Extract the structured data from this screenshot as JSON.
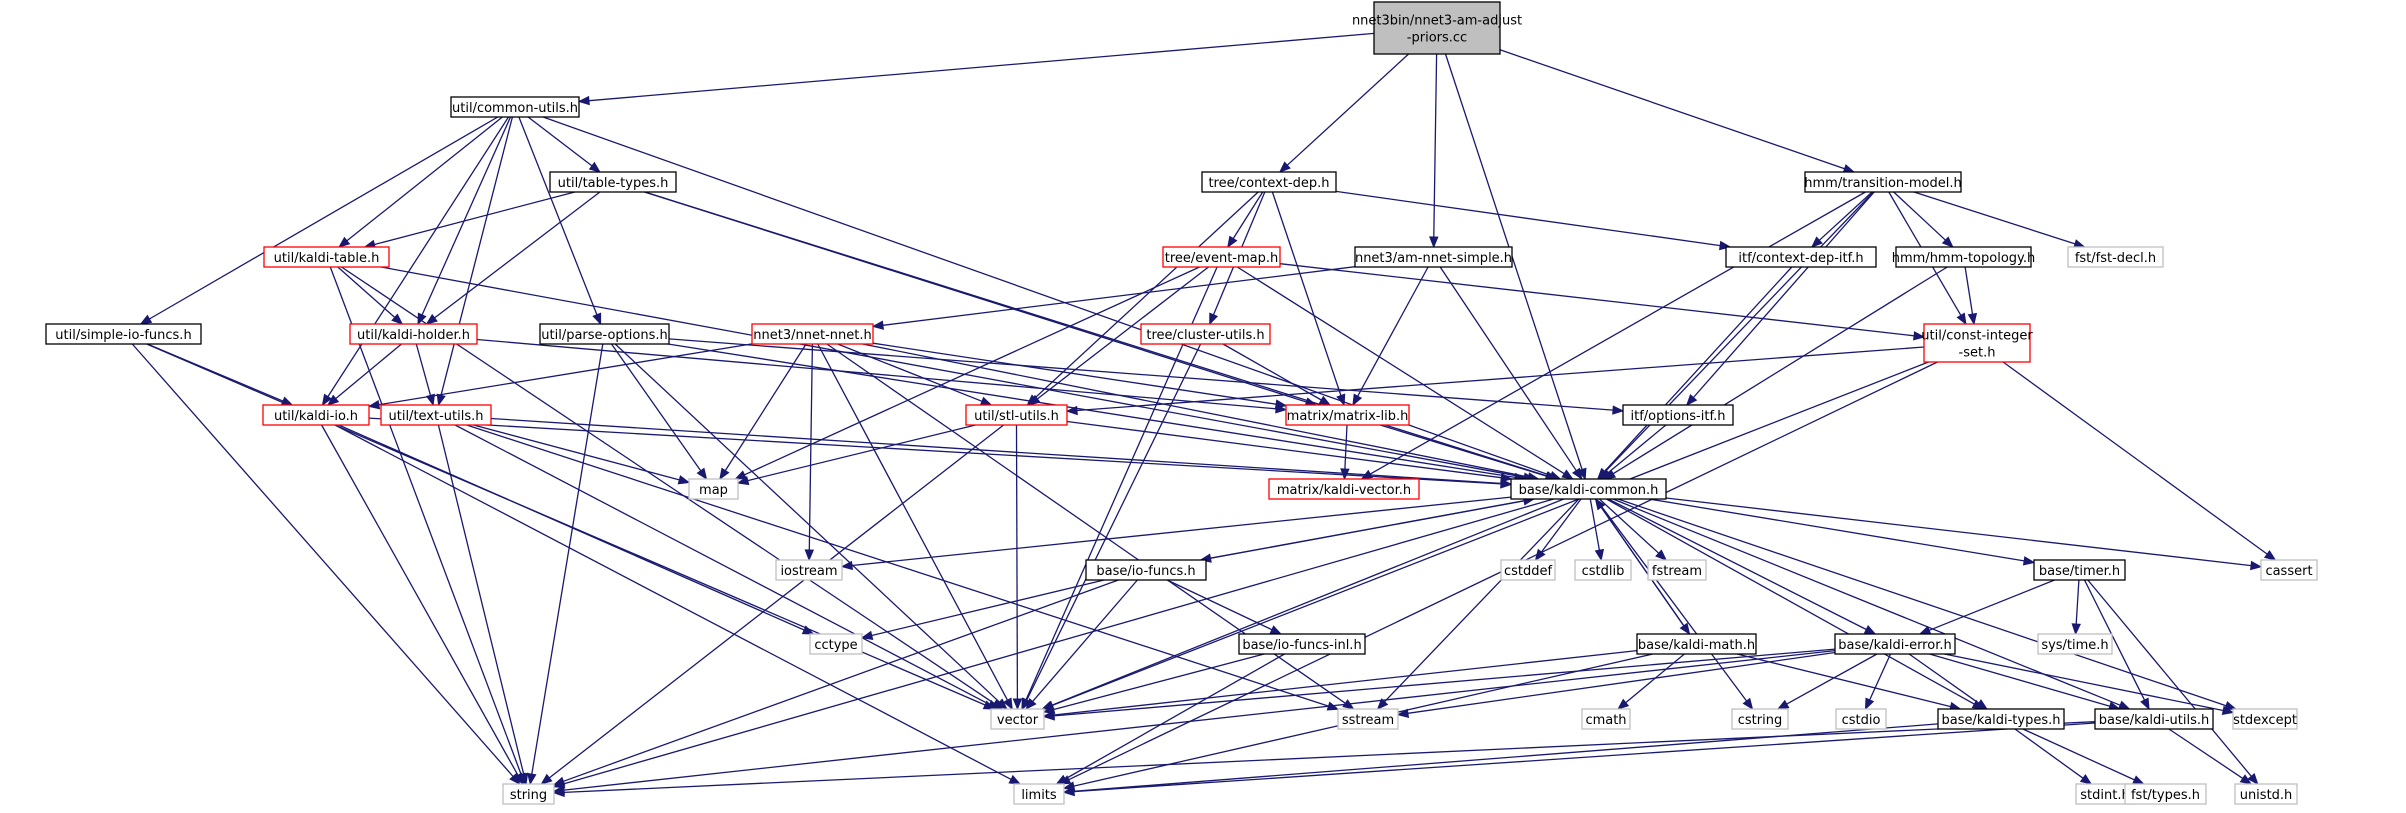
{
  "colors": {
    "edge": "#191970",
    "node_normal_border": "#000000",
    "node_missing_border": "#ff0000",
    "node_external_border": "#bfbfbf",
    "root_fill": "#bfbfbf"
  },
  "nodes": [
    {
      "id": "root",
      "lines": [
        "nnet3bin/nnet3-am-adjust",
        "-priors.cc"
      ],
      "kind": "root"
    },
    {
      "id": "common-utils",
      "lines": [
        "util/common-utils.h"
      ],
      "kind": "normal"
    },
    {
      "id": "context-dep",
      "lines": [
        "tree/context-dep.h"
      ],
      "kind": "normal"
    },
    {
      "id": "am-nnet-simple",
      "lines": [
        "nnet3/am-nnet-simple.h"
      ],
      "kind": "normal"
    },
    {
      "id": "transition-model",
      "lines": [
        "hmm/transition-model.h"
      ],
      "kind": "normal"
    },
    {
      "id": "table-types",
      "lines": [
        "util/table-types.h"
      ],
      "kind": "normal"
    },
    {
      "id": "kaldi-table",
      "lines": [
        "util/kaldi-table.h"
      ],
      "kind": "red"
    },
    {
      "id": "kaldi-holder",
      "lines": [
        "util/kaldi-holder.h"
      ],
      "kind": "red"
    },
    {
      "id": "simple-io-funcs",
      "lines": [
        "util/simple-io-funcs.h"
      ],
      "kind": "normal"
    },
    {
      "id": "parse-options",
      "lines": [
        "util/parse-options.h"
      ],
      "kind": "normal"
    },
    {
      "id": "kaldi-io",
      "lines": [
        "util/kaldi-io.h"
      ],
      "kind": "red"
    },
    {
      "id": "text-utils",
      "lines": [
        "util/text-utils.h"
      ],
      "kind": "red"
    },
    {
      "id": "event-map",
      "lines": [
        "tree/event-map.h"
      ],
      "kind": "red"
    },
    {
      "id": "cluster-utils",
      "lines": [
        "tree/cluster-utils.h"
      ],
      "kind": "red"
    },
    {
      "id": "nnet-nnet",
      "lines": [
        "nnet3/nnet-nnet.h"
      ],
      "kind": "red"
    },
    {
      "id": "stl-utils",
      "lines": [
        "util/stl-utils.h"
      ],
      "kind": "red"
    },
    {
      "id": "matrix-lib",
      "lines": [
        "matrix/matrix-lib.h"
      ],
      "kind": "red"
    },
    {
      "id": "kaldi-vector",
      "lines": [
        "matrix/kaldi-vector.h"
      ],
      "kind": "red"
    },
    {
      "id": "context-dep-itf",
      "lines": [
        "itf/context-dep-itf.h"
      ],
      "kind": "normal"
    },
    {
      "id": "options-itf",
      "lines": [
        "itf/options-itf.h"
      ],
      "kind": "normal"
    },
    {
      "id": "hmm-topology",
      "lines": [
        "hmm/hmm-topology.h"
      ],
      "kind": "normal"
    },
    {
      "id": "fst-decl",
      "lines": [
        "fst/fst-decl.h"
      ],
      "kind": "external"
    },
    {
      "id": "const-integer-set",
      "lines": [
        "util/const-integer",
        "-set.h"
      ],
      "kind": "red"
    },
    {
      "id": "kaldi-common",
      "lines": [
        "base/kaldi-common.h"
      ],
      "kind": "normal"
    },
    {
      "id": "io-funcs",
      "lines": [
        "base/io-funcs.h"
      ],
      "kind": "normal"
    },
    {
      "id": "io-funcs-inl",
      "lines": [
        "base/io-funcs-inl.h"
      ],
      "kind": "normal"
    },
    {
      "id": "kaldi-math",
      "lines": [
        "base/kaldi-math.h"
      ],
      "kind": "normal"
    },
    {
      "id": "kaldi-error",
      "lines": [
        "base/kaldi-error.h"
      ],
      "kind": "normal"
    },
    {
      "id": "timer",
      "lines": [
        "base/timer.h"
      ],
      "kind": "normal"
    },
    {
      "id": "kaldi-types",
      "lines": [
        "base/kaldi-types.h"
      ],
      "kind": "normal"
    },
    {
      "id": "kaldi-utils",
      "lines": [
        "base/kaldi-utils.h"
      ],
      "kind": "normal"
    },
    {
      "id": "map",
      "lines": [
        "map"
      ],
      "kind": "external"
    },
    {
      "id": "iostream",
      "lines": [
        "iostream"
      ],
      "kind": "external"
    },
    {
      "id": "cctype",
      "lines": [
        "cctype"
      ],
      "kind": "external"
    },
    {
      "id": "vector",
      "lines": [
        "vector"
      ],
      "kind": "external"
    },
    {
      "id": "string",
      "lines": [
        "string"
      ],
      "kind": "external"
    },
    {
      "id": "limits",
      "lines": [
        "limits"
      ],
      "kind": "external"
    },
    {
      "id": "sstream",
      "lines": [
        "sstream"
      ],
      "kind": "external"
    },
    {
      "id": "cmath",
      "lines": [
        "cmath"
      ],
      "kind": "external"
    },
    {
      "id": "cstring",
      "lines": [
        "cstring"
      ],
      "kind": "external"
    },
    {
      "id": "cstdio",
      "lines": [
        "cstdio"
      ],
      "kind": "external"
    },
    {
      "id": "cstddef",
      "lines": [
        "cstddef"
      ],
      "kind": "external"
    },
    {
      "id": "cstdlib",
      "lines": [
        "cstdlib"
      ],
      "kind": "external"
    },
    {
      "id": "fstream",
      "lines": [
        "fstream"
      ],
      "kind": "external"
    },
    {
      "id": "cassert",
      "lines": [
        "cassert"
      ],
      "kind": "external"
    },
    {
      "id": "sys-time",
      "lines": [
        "sys/time.h"
      ],
      "kind": "external"
    },
    {
      "id": "stdexcept",
      "lines": [
        "stdexcept"
      ],
      "kind": "external"
    },
    {
      "id": "stdint",
      "lines": [
        "stdint.h"
      ],
      "kind": "external"
    },
    {
      "id": "fst-types",
      "lines": [
        "fst/types.h"
      ],
      "kind": "external"
    },
    {
      "id": "unistd",
      "lines": [
        "unistd.h"
      ],
      "kind": "external"
    }
  ],
  "edges": [
    [
      "root",
      "common-utils"
    ],
    [
      "root",
      "context-dep"
    ],
    [
      "root",
      "am-nnet-simple"
    ],
    [
      "root",
      "transition-model"
    ],
    [
      "root",
      "kaldi-common"
    ],
    [
      "common-utils",
      "table-types"
    ],
    [
      "common-utils",
      "kaldi-table"
    ],
    [
      "common-utils",
      "kaldi-holder"
    ],
    [
      "common-utils",
      "simple-io-funcs"
    ],
    [
      "common-utils",
      "parse-options"
    ],
    [
      "common-utils",
      "kaldi-io"
    ],
    [
      "common-utils",
      "text-utils"
    ],
    [
      "common-utils",
      "kaldi-common"
    ],
    [
      "table-types",
      "kaldi-table"
    ],
    [
      "table-types",
      "kaldi-holder"
    ],
    [
      "table-types",
      "matrix-lib"
    ],
    [
      "table-types",
      "kaldi-common"
    ],
    [
      "kaldi-table",
      "kaldi-holder"
    ],
    [
      "kaldi-table",
      "string"
    ],
    [
      "kaldi-table",
      "vector"
    ],
    [
      "kaldi-table",
      "kaldi-common"
    ],
    [
      "kaldi-holder",
      "kaldi-io"
    ],
    [
      "kaldi-holder",
      "text-utils"
    ],
    [
      "kaldi-holder",
      "matrix-lib"
    ],
    [
      "simple-io-funcs",
      "kaldi-io"
    ],
    [
      "simple-io-funcs",
      "string"
    ],
    [
      "simple-io-funcs",
      "vector"
    ],
    [
      "parse-options",
      "map"
    ],
    [
      "parse-options",
      "vector"
    ],
    [
      "parse-options",
      "string"
    ],
    [
      "parse-options",
      "kaldi-common"
    ],
    [
      "parse-options",
      "options-itf"
    ],
    [
      "kaldi-io",
      "kaldi-common"
    ],
    [
      "kaldi-io",
      "string"
    ],
    [
      "kaldi-io",
      "cctype"
    ],
    [
      "kaldi-io",
      "limits"
    ],
    [
      "text-utils",
      "map"
    ],
    [
      "text-utils",
      "vector"
    ],
    [
      "text-utils",
      "string"
    ],
    [
      "text-utils",
      "kaldi-common"
    ],
    [
      "text-utils",
      "sstream"
    ],
    [
      "context-dep",
      "context-dep-itf"
    ],
    [
      "context-dep",
      "event-map"
    ],
    [
      "context-dep",
      "cluster-utils"
    ],
    [
      "context-dep",
      "matrix-lib"
    ],
    [
      "context-dep",
      "stl-utils"
    ],
    [
      "event-map",
      "stl-utils"
    ],
    [
      "event-map",
      "const-integer-set"
    ],
    [
      "event-map",
      "kaldi-common"
    ],
    [
      "event-map",
      "vector"
    ],
    [
      "event-map",
      "map"
    ],
    [
      "cluster-utils",
      "matrix-lib"
    ],
    [
      "cluster-utils",
      "vector"
    ],
    [
      "am-nnet-simple",
      "nnet-nnet"
    ],
    [
      "am-nnet-simple",
      "matrix-lib"
    ],
    [
      "am-nnet-simple",
      "kaldi-common"
    ],
    [
      "nnet-nnet",
      "kaldi-io"
    ],
    [
      "nnet-nnet",
      "map"
    ],
    [
      "nnet-nnet",
      "iostream"
    ],
    [
      "nnet-nnet",
      "vector"
    ],
    [
      "nnet-nnet",
      "sstream"
    ],
    [
      "nnet-nnet",
      "stl-utils"
    ],
    [
      "nnet-nnet",
      "kaldi-common"
    ],
    [
      "nnet-nnet",
      "matrix-lib"
    ],
    [
      "stl-utils",
      "map"
    ],
    [
      "stl-utils",
      "vector"
    ],
    [
      "stl-utils",
      "string"
    ],
    [
      "stl-utils",
      "kaldi-common"
    ],
    [
      "matrix-lib",
      "kaldi-vector"
    ],
    [
      "matrix-lib",
      "kaldi-common"
    ],
    [
      "transition-model",
      "context-dep-itf"
    ],
    [
      "transition-model",
      "hmm-topology"
    ],
    [
      "transition-model",
      "fst-decl"
    ],
    [
      "transition-model",
      "const-integer-set"
    ],
    [
      "transition-model",
      "options-itf"
    ],
    [
      "transition-model",
      "kaldi-vector"
    ],
    [
      "transition-model",
      "kaldi-common"
    ],
    [
      "context-dep-itf",
      "kaldi-common"
    ],
    [
      "hmm-topology",
      "const-integer-set"
    ],
    [
      "hmm-topology",
      "kaldi-common"
    ],
    [
      "const-integer-set",
      "stl-utils"
    ],
    [
      "const-integer-set",
      "cassert"
    ],
    [
      "const-integer-set",
      "vector"
    ],
    [
      "const-integer-set",
      "limits"
    ],
    [
      "options-itf",
      "kaldi-common"
    ],
    [
      "kaldi-common",
      "iostream"
    ],
    [
      "kaldi-common",
      "string"
    ],
    [
      "kaldi-common",
      "vector"
    ],
    [
      "kaldi-common",
      "io-funcs"
    ],
    [
      "kaldi-common",
      "cstddef"
    ],
    [
      "kaldi-common",
      "cstdlib"
    ],
    [
      "kaldi-common",
      "fstream"
    ],
    [
      "kaldi-common",
      "sstream"
    ],
    [
      "kaldi-common",
      "kaldi-math"
    ],
    [
      "kaldi-common",
      "cstring"
    ],
    [
      "kaldi-common",
      "kaldi-error"
    ],
    [
      "kaldi-common",
      "kaldi-types"
    ],
    [
      "kaldi-common",
      "timer"
    ],
    [
      "kaldi-common",
      "kaldi-utils"
    ],
    [
      "kaldi-common",
      "stdexcept"
    ],
    [
      "kaldi-common",
      "cassert"
    ],
    [
      "io-funcs",
      "kaldi-common"
    ],
    [
      "io-funcs",
      "cctype"
    ],
    [
      "io-funcs",
      "vector"
    ],
    [
      "io-funcs",
      "string"
    ],
    [
      "io-funcs",
      "io-funcs-inl"
    ],
    [
      "io-funcs-inl",
      "vector"
    ],
    [
      "io-funcs-inl",
      "limits"
    ],
    [
      "kaldi-math",
      "kaldi-common"
    ],
    [
      "kaldi-math",
      "vector"
    ],
    [
      "kaldi-math",
      "cmath"
    ],
    [
      "kaldi-math",
      "limits"
    ],
    [
      "kaldi-math",
      "kaldi-types"
    ],
    [
      "timer",
      "kaldi-error"
    ],
    [
      "timer",
      "sys-time"
    ],
    [
      "timer",
      "kaldi-utils"
    ],
    [
      "timer",
      "unistd"
    ],
    [
      "kaldi-error",
      "vector"
    ],
    [
      "kaldi-error",
      "sstream"
    ],
    [
      "kaldi-error",
      "cstring"
    ],
    [
      "kaldi-error",
      "cstdio"
    ],
    [
      "kaldi-error",
      "kaldi-types"
    ],
    [
      "kaldi-error",
      "kaldi-utils"
    ],
    [
      "kaldi-error",
      "stdexcept"
    ],
    [
      "kaldi-error",
      "string"
    ],
    [
      "kaldi-types",
      "stdint"
    ],
    [
      "kaldi-types",
      "fst-types"
    ],
    [
      "kaldi-types",
      "limits"
    ],
    [
      "kaldi-utils",
      "limits"
    ],
    [
      "kaldi-utils",
      "string"
    ],
    [
      "kaldi-utils",
      "unistd"
    ]
  ]
}
